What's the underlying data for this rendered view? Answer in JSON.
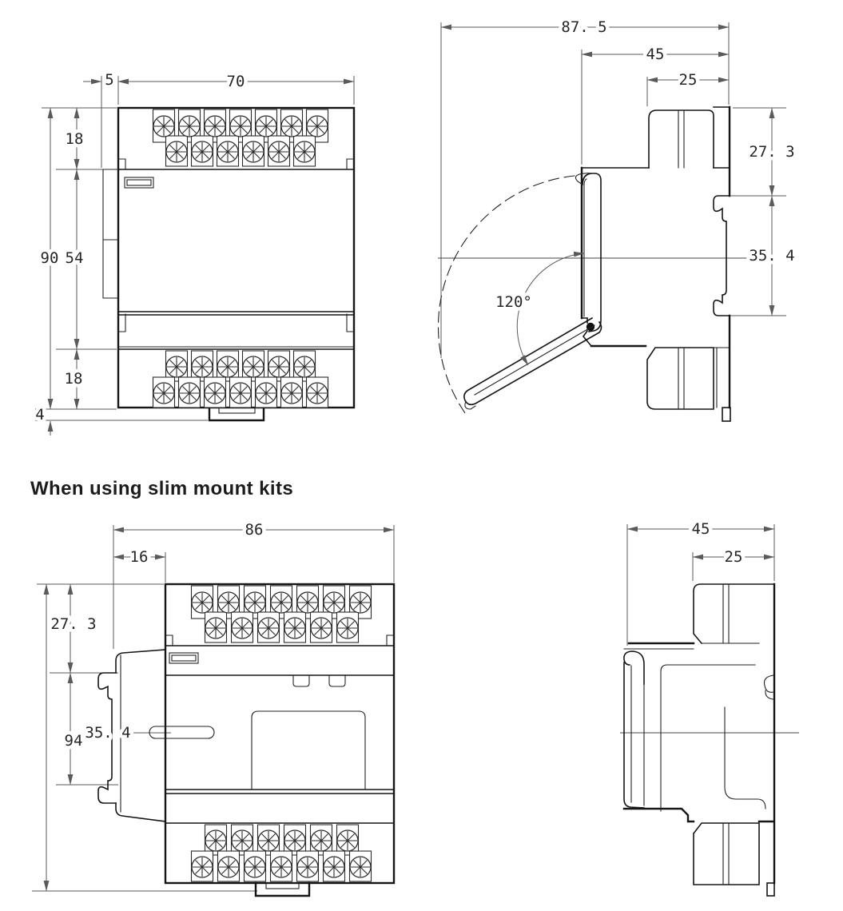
{
  "heading": "When using slim mount kits",
  "colors": {
    "background": "#ffffff",
    "line": "#161616",
    "dimension": "#5a5a5a",
    "text": "#262626"
  },
  "front_view": {
    "side_tab": "5",
    "width": "70",
    "top_terminal": "18",
    "body_height": "90",
    "body_center": "54",
    "bottom_terminal": "18",
    "rail_tab": "4"
  },
  "side_view": {
    "overall_depth": "87. 5",
    "body_depth": "45",
    "terminal_depth": "25",
    "top_section": "27. 3",
    "rail_section": "35. 4",
    "cover_angle": "120°"
  },
  "slim_front_view": {
    "overall_width": "86",
    "bracket": "16",
    "top_section": "27. 3",
    "overall_height": "94",
    "rail_section": "35. 4"
  },
  "slim_side_view": {
    "body_depth": "45",
    "terminal_depth": "25"
  }
}
